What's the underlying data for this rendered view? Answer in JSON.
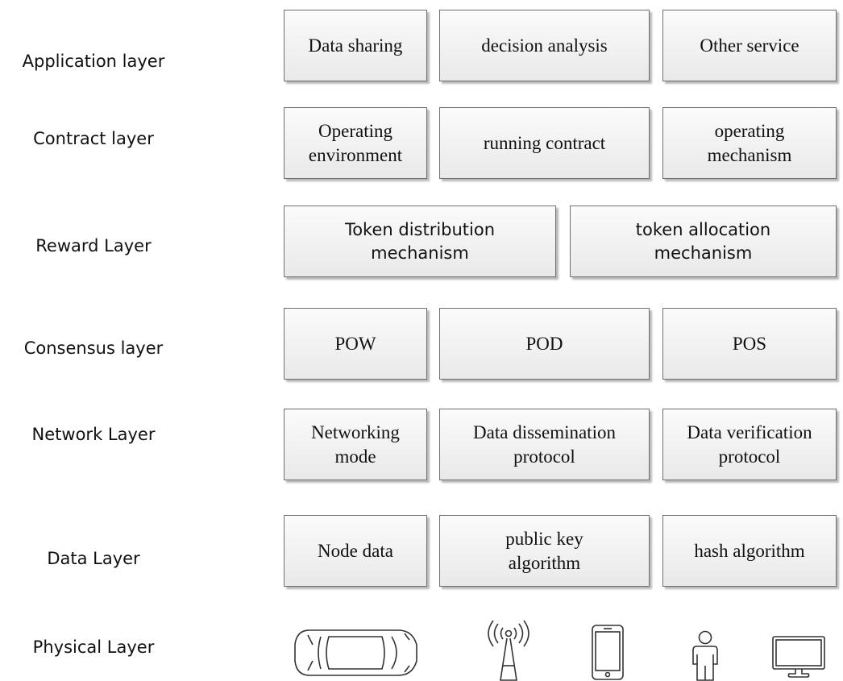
{
  "layers": [
    {
      "label": "Application layer"
    },
    {
      "label": "Contract layer"
    },
    {
      "label": "Reward Layer"
    },
    {
      "label": "Consensus layer"
    },
    {
      "label": "Network Layer"
    },
    {
      "label": "Data Layer"
    },
    {
      "label": "Physical Layer"
    }
  ],
  "application": [
    "Data sharing",
    "decision analysis",
    "Other  service"
  ],
  "contract": [
    "Operating\nenvironment",
    "running contract",
    "operating\nmechanism"
  ],
  "reward": [
    "Token distribution\nmechanism",
    "token allocation\nmechanism"
  ],
  "consensus": [
    "POW",
    "POD",
    "POS"
  ],
  "network": [
    "Networking\nmode",
    "Data dissemination\nprotocol",
    "Data verification\nprotocol"
  ],
  "data": [
    "Node data",
    "public key\nalgorithm",
    "hash algorithm"
  ],
  "physical_icons": [
    "car-icon",
    "antenna-icon",
    "phone-icon",
    "person-icon",
    "monitor-icon"
  ]
}
